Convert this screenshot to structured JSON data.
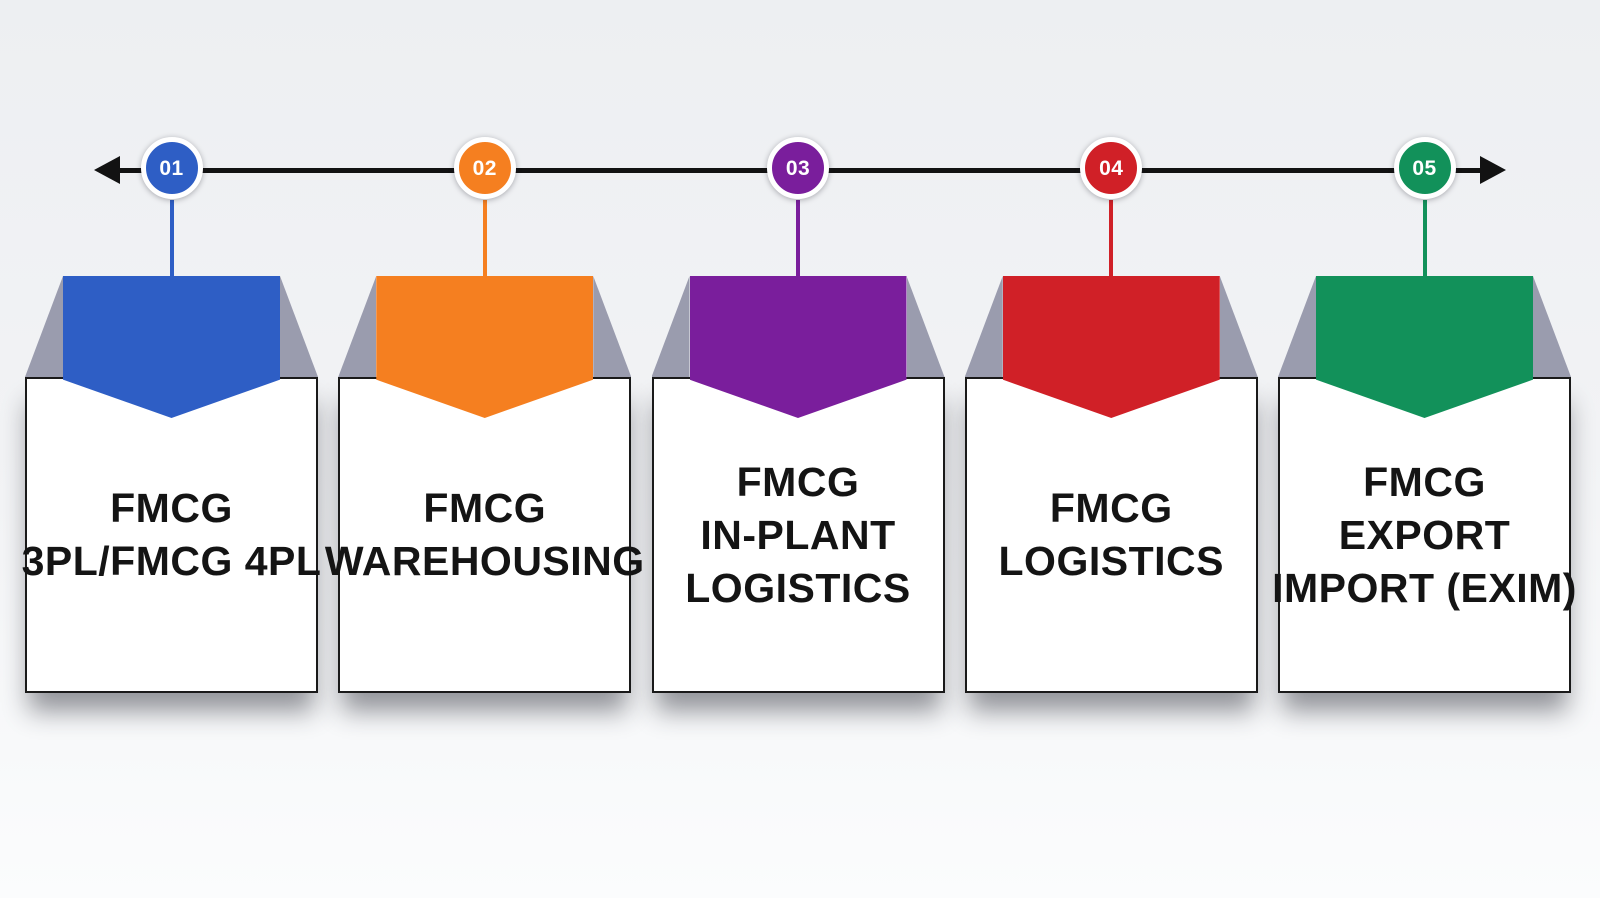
{
  "style": {
    "timeline_color": "#121212",
    "fold_color": "#9a9cae",
    "card_bg": "#ffffff",
    "card_border": "#1a1a1a",
    "text_color": "#141414",
    "step_number_color": "#ffffff",
    "circle_ring_color": "#ffffff"
  },
  "steps": [
    {
      "number": "01",
      "color": "#2e5ec5",
      "title": "FMCG\n3PL/FMCG 4PL"
    },
    {
      "number": "02",
      "color": "#f57f20",
      "title": "FMCG\nWAREHOUSING"
    },
    {
      "number": "03",
      "color": "#7a1e9c",
      "title": "FMCG\nIN-PLANT\nLOGISTICS"
    },
    {
      "number": "04",
      "color": "#d02027",
      "title": "FMCG\nLOGISTICS"
    },
    {
      "number": "05",
      "color": "#12915a",
      "title": "FMCG\nEXPORT\nIMPORT (EXIM)"
    }
  ]
}
